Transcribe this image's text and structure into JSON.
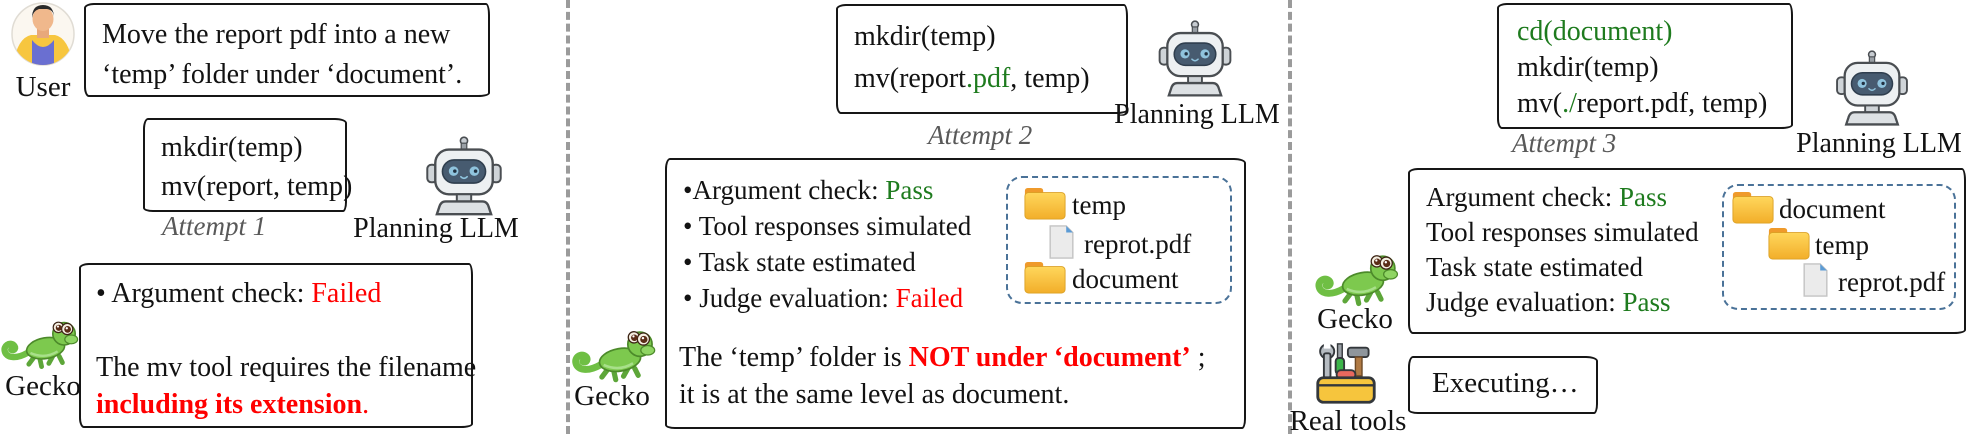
{
  "colors": {
    "green_pass": "#1e7b1e",
    "red_fail": "#ff0000",
    "attempt_gray": "#595959",
    "tree_border_blue": "#4a7298",
    "divider_gray": "#9b9b9b",
    "folder_yellow": "#f6c53d",
    "folder_flap_orange": "#ef9a2b"
  },
  "icons": {
    "user": "avatar-icon",
    "planning_llm": "robot-icon",
    "gecko": "gecko-icon",
    "folder": "folder-icon",
    "file": "file-icon",
    "real_tools": "toolbox-icon"
  },
  "panel1": {
    "user_label": "User",
    "message_line1": "Move the report pdf into a new",
    "message_line2": "‘temp’ folder under ‘document’.",
    "code_line1": "mkdir(temp)",
    "code_line2": "mv(report, temp)",
    "attempt_label": "Attempt 1",
    "llm_label": "Planning LLM",
    "gecko_label": "Gecko",
    "check_label": "• Argument check: ",
    "check_result": "Failed",
    "body_line1": "The mv tool requires the filename",
    "body_emph": "including its extension",
    "body_period": "."
  },
  "panel2": {
    "code_line1": "mkdir(temp)",
    "code_line2_pre": "mv(report",
    "code_line2_green": ".pdf",
    "code_line2_post": ", temp)",
    "attempt_label": "Attempt 2",
    "llm_label": "Planning LLM",
    "gecko_label": "Gecko",
    "checks": [
      {
        "label": "•Argument check: ",
        "result": "Pass"
      },
      {
        "label": "• Tool responses simulated",
        "result": ""
      },
      {
        "label": "• Task state estimated",
        "result": ""
      },
      {
        "label": "• Judge evaluation: ",
        "result": "Failed"
      }
    ],
    "tree": [
      {
        "name": "temp"
      },
      {
        "name": "reprot.pdf"
      },
      {
        "name": "document"
      }
    ],
    "verdict_pre": "The ‘temp’ folder is ",
    "verdict_emph": "NOT under ‘document’",
    "verdict_post": " ;",
    "verdict_line2": "it is at the same level as document."
  },
  "panel3": {
    "code_line1": "cd(document)",
    "code_line2": "mkdir(temp)",
    "code_line3_pre": "mv(",
    "code_line3_green": "./",
    "code_line3_post": "report.pdf, temp)",
    "attempt_label": "Attempt 3",
    "llm_label": "Planning LLM",
    "gecko_label": "Gecko",
    "checks": [
      {
        "label": "Argument check: ",
        "result": "Pass"
      },
      {
        "label": "Tool responses simulated",
        "result": ""
      },
      {
        "label": "Task state estimated",
        "result": ""
      },
      {
        "label": "Judge evaluation: ",
        "result": "Pass"
      }
    ],
    "tree": [
      {
        "name": "document"
      },
      {
        "name": "temp"
      },
      {
        "name": "reprot.pdf"
      }
    ],
    "real_tools_label": "Real tools",
    "executing_label": "Executing…"
  }
}
